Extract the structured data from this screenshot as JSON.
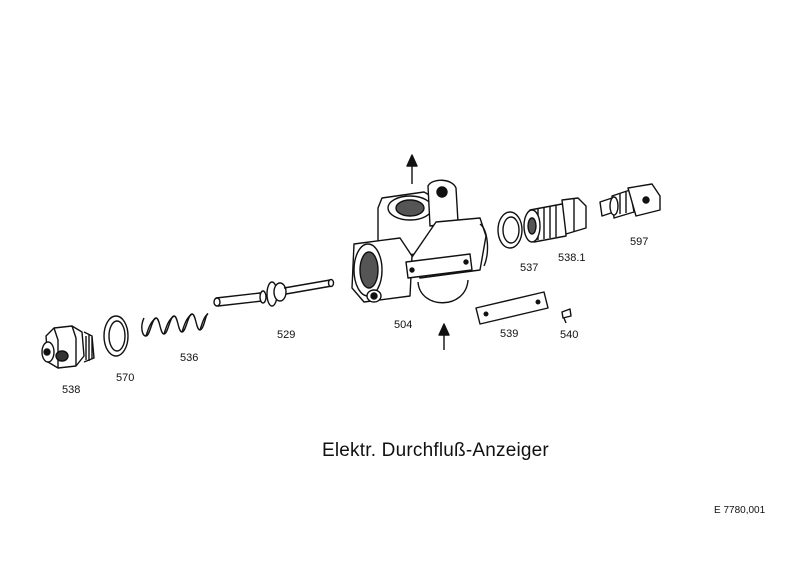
{
  "title": "Elektr. Durchfluß-Anzeiger",
  "drawing_number": "E 7780,001",
  "parts": [
    {
      "id": "538",
      "label": "538"
    },
    {
      "id": "570",
      "label": "570"
    },
    {
      "id": "536",
      "label": "536"
    },
    {
      "id": "529",
      "label": "529"
    },
    {
      "id": "504",
      "label": "504"
    },
    {
      "id": "537",
      "label": "537"
    },
    {
      "id": "538.1",
      "label": "538.1"
    },
    {
      "id": "597",
      "label": "597"
    },
    {
      "id": "539",
      "label": "539"
    },
    {
      "id": "540",
      "label": "540"
    }
  ]
}
